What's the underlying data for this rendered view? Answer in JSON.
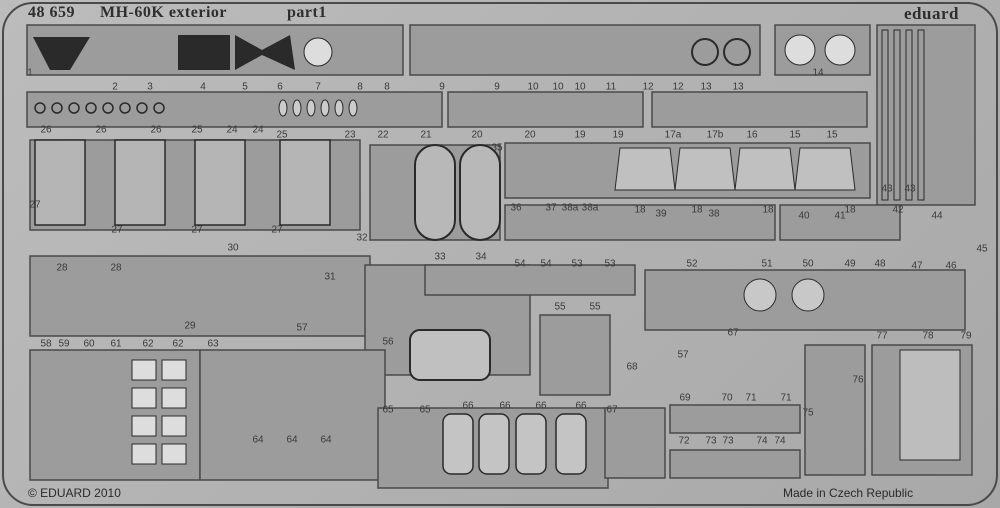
{
  "header": {
    "code": "48 659",
    "title": "MH-60K exterior",
    "part": "part1",
    "brand": "eduard"
  },
  "footer": {
    "copyright": "© EDUARD 2010",
    "origin": "Made in Czech Republic"
  },
  "colors": {
    "metal": "#b0b0b0",
    "panel": "#9c9c9c",
    "outline": "#4a4a4a",
    "etched": "#2a2a2a"
  },
  "part_numbers": [
    "1",
    "2",
    "3",
    "4",
    "5",
    "6",
    "7",
    "8",
    "8",
    "9",
    "9",
    "10",
    "10",
    "10",
    "11",
    "12",
    "12",
    "13",
    "13",
    "14",
    "26",
    "26",
    "26",
    "25",
    "24",
    "24",
    "25",
    "23",
    "22",
    "21",
    "20",
    "35",
    "20",
    "19",
    "19",
    "17a",
    "17b",
    "16",
    "15",
    "15",
    "43",
    "43",
    "44",
    "45",
    "27",
    "27",
    "27",
    "27",
    "32",
    "36",
    "37",
    "38a",
    "38a",
    "18",
    "39",
    "18",
    "38",
    "18",
    "40",
    "41",
    "18",
    "42",
    "30",
    "28",
    "28",
    "31",
    "29",
    "57",
    "33",
    "34",
    "54",
    "54",
    "53",
    "53",
    "52",
    "51",
    "50",
    "49",
    "48",
    "47",
    "46",
    "56",
    "55",
    "55",
    "67",
    "57",
    "68",
    "76",
    "77",
    "78",
    "79",
    "58",
    "59",
    "60",
    "61",
    "62",
    "62",
    "63",
    "64",
    "64",
    "64",
    "65",
    "65",
    "66",
    "66",
    "66",
    "66",
    "67",
    "69",
    "70",
    "71",
    "71",
    "75",
    "72",
    "73",
    "73",
    "74",
    "74"
  ]
}
